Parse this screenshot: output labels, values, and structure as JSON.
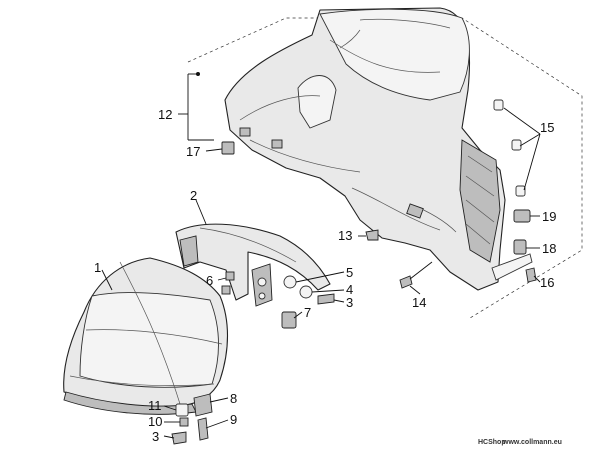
{
  "callouts": {
    "c1": "1",
    "c2": "2",
    "c3a": "3",
    "c3b": "3",
    "c4": "4",
    "c5": "5",
    "c6": "6",
    "c7": "7",
    "c8": "8",
    "c9": "9",
    "c10": "10",
    "c11": "11",
    "c12": "12",
    "c13": "13",
    "c14": "14",
    "c15": "15",
    "c16": "16",
    "c17": "17",
    "c18": "18",
    "c19": "19"
  },
  "footer": {
    "shop": "HCShop",
    "site": "www.collmann.eu"
  }
}
